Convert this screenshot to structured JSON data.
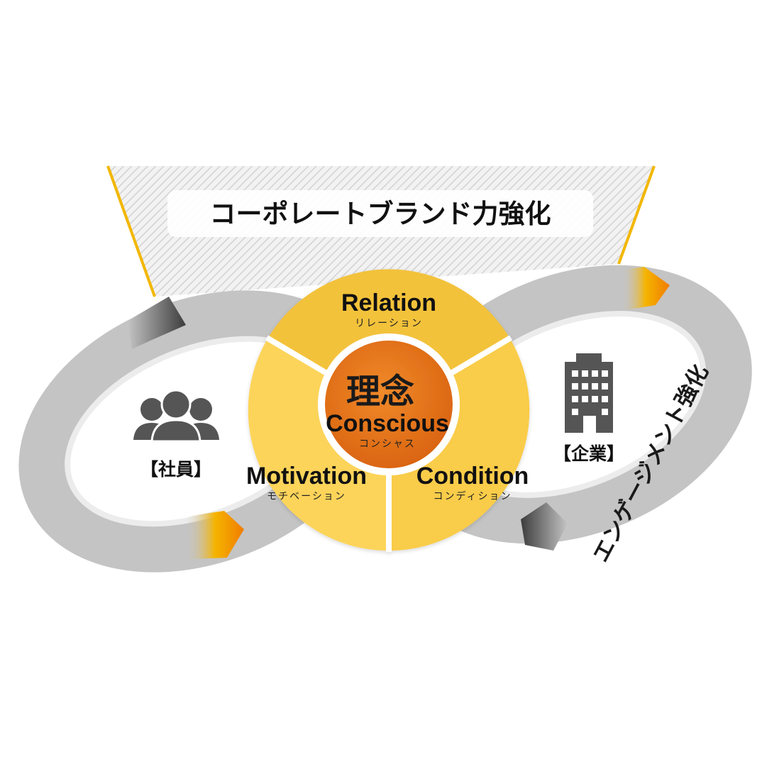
{
  "banner": {
    "title": "コーポレートブランド力強化"
  },
  "center": {
    "kanji": "理念",
    "english": "Conscious",
    "kana": "コンシャス"
  },
  "segments": {
    "relation": {
      "english": "Relation",
      "kana": "リレーション"
    },
    "motivation": {
      "english": "Motivation",
      "kana": "モチベーション"
    },
    "condition": {
      "english": "Condition",
      "kana": "コンディション"
    }
  },
  "left": {
    "icon": "people-icon",
    "label": "【社員】"
  },
  "right": {
    "icon": "building-icon",
    "label": "【企業】",
    "ring_text": "エンゲージメント強化"
  },
  "colors": {
    "yellow": "#f7c83a",
    "yellow_light": "#fcd96a",
    "orange_core": "#e8741e",
    "gray_ring": "#c4c4c4",
    "dark_arrow": "#444444",
    "accent_line": "#f2b705"
  }
}
